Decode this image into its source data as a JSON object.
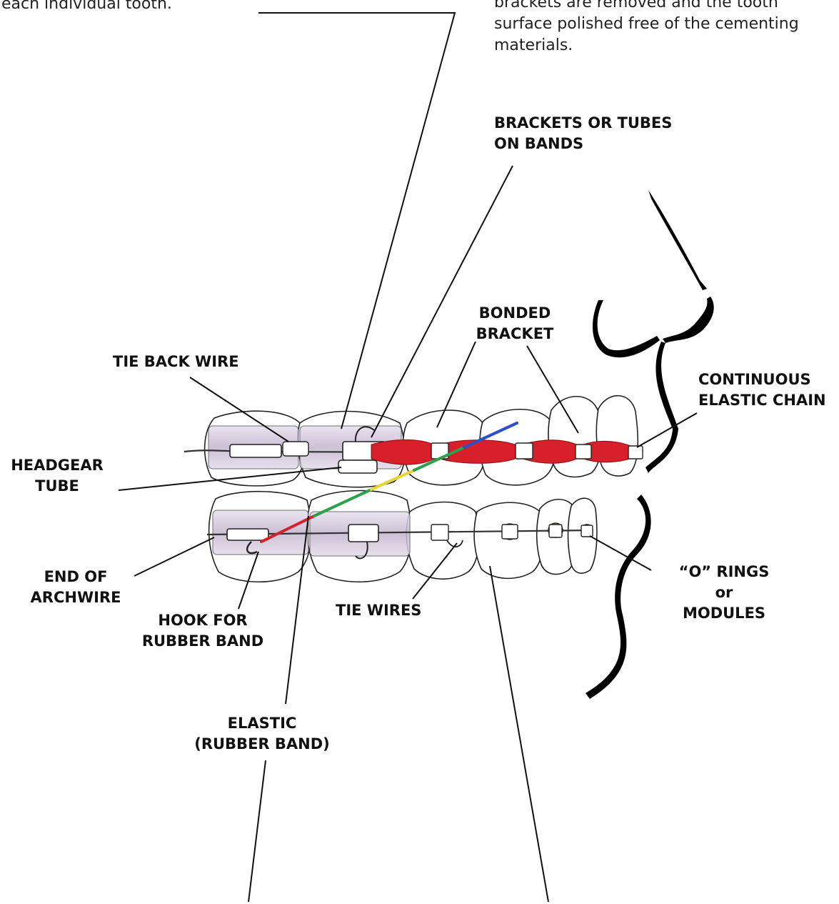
{
  "text": {
    "top_left": "each individual tooth.",
    "top_right_lines": [
      "brackets are removed and the tooth",
      "surface polished free of the cementing",
      "materials."
    ]
  },
  "labels": {
    "brackets_tubes": [
      "BRACKETS OR TUBES",
      "ON BANDS"
    ],
    "bonded_bracket": [
      "BONDED",
      "BRACKET"
    ],
    "tie_back_wire": [
      "TIE BACK WIRE"
    ],
    "continuous_chain": [
      "CONTINUOUS",
      "ELASTIC CHAIN"
    ],
    "headgear_tube": [
      "HEADGEAR",
      "TUBE"
    ],
    "end_of_archwire": [
      "END OF",
      "ARCHWIRE"
    ],
    "hook_rubber_band": [
      "HOOK FOR",
      "RUBBER BAND"
    ],
    "tie_wires": [
      "TIE WIRES"
    ],
    "o_rings": [
      "“O” RINGS",
      "or",
      "MODULES"
    ],
    "elastic": [
      "ELASTIC",
      "(RUBBER BAND)"
    ]
  },
  "colors": {
    "elastic_chain": "#d8202a",
    "elastic_band": [
      "#d8202a",
      "#2b50c8",
      "#2aa14a",
      "#e8d534"
    ],
    "band_shading": "#cdbfd6",
    "o_ring_blue": "#8fb4d6",
    "o_ring_yellow": "#e2c83a",
    "o_ring_green": "#5aa37a",
    "line": "#111111"
  }
}
